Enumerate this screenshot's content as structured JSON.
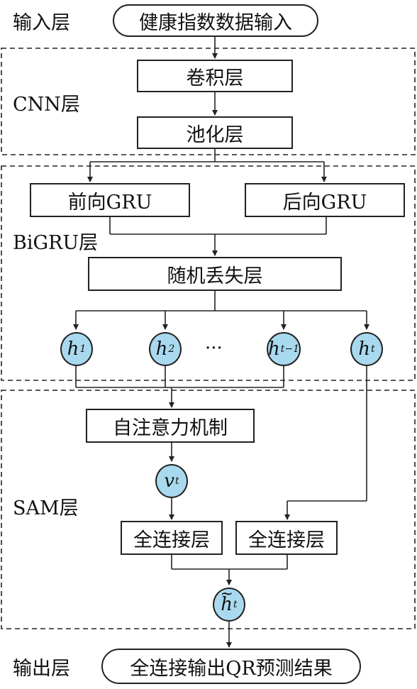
{
  "layers": {
    "input": "输入层",
    "cnn": "CNN层",
    "bigru": "BiGRU层",
    "sam": "SAM层",
    "output": "输出层"
  },
  "boxes": {
    "input": "健康指数数据输入",
    "conv": "卷积层",
    "pool": "池化层",
    "forward_gru": "前向GRU",
    "backward_gru": "后向GRU",
    "dropout": "随机丢失层",
    "self_attention": "自注意力机制",
    "fc_left": "全连接层",
    "fc_right": "全连接层",
    "output": "全连接输出QR预测结果"
  },
  "nodes": {
    "h": "h",
    "h1_sub": "1",
    "h2_sub": "2",
    "ht1_sub": "t−1",
    "ht_sub": "t",
    "ellipsis": "···",
    "v": "v",
    "v_sub": "t",
    "htilde": "h",
    "htilde_sub": "t",
    "tilde": "~"
  },
  "colors": {
    "node_fill": "#a9d9ee",
    "line": "#222222"
  }
}
